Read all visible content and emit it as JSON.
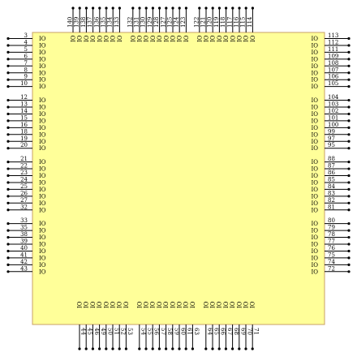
{
  "chip": {
    "body_fill": "#ffff99",
    "body_stroke": "#c9a066",
    "pin_label": "IO"
  },
  "pins": {
    "left": [
      "3",
      "4",
      "5",
      "6",
      "7",
      "8",
      "9",
      "10",
      "",
      "12",
      "13",
      "14",
      "15",
      "16",
      "18",
      "19",
      "20",
      "",
      "21",
      "22",
      "23",
      "24",
      "25",
      "26",
      "27",
      "32",
      "",
      "33",
      "35",
      "38",
      "39",
      "40",
      "41",
      "42",
      "43"
    ],
    "right": [
      "113",
      "112",
      "111",
      "109",
      "108",
      "107",
      "106",
      "105",
      "",
      "104",
      "103",
      "102",
      "101",
      "100",
      "99",
      "97",
      "95",
      "",
      "88",
      "87",
      "86",
      "85",
      "84",
      "83",
      "82",
      "81",
      "",
      "80",
      "79",
      "78",
      "77",
      "76",
      "75",
      "74",
      "72"
    ],
    "top": [
      "140",
      "139",
      "138",
      "137",
      "136",
      "135",
      "134",
      "133",
      "",
      "132",
      "131",
      "130",
      "129",
      "128",
      "127",
      "125",
      "124",
      "123",
      "",
      "122",
      "121",
      "120",
      "119",
      "118",
      "117",
      "116",
      "115",
      "114"
    ],
    "bottom": [
      "44",
      "45",
      "46",
      "49",
      "50",
      "51",
      "52",
      "53",
      "",
      "54",
      "55",
      "56",
      "57",
      "58",
      "59",
      "60",
      "61",
      "63",
      "",
      "64",
      "65",
      "66",
      "67",
      "68",
      "69",
      "70",
      "71"
    ]
  }
}
